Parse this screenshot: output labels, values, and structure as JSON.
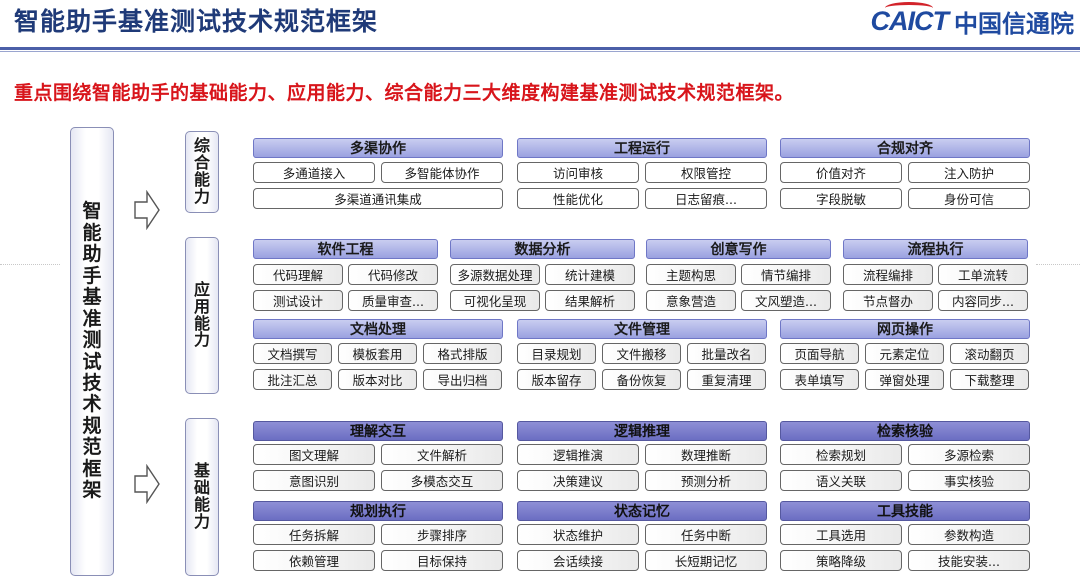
{
  "header": {
    "title": "智能助手基准测试技术规范框架",
    "logo_text": "CAICT",
    "logo_cn": "中国信通院"
  },
  "subtitle": "重点围绕智能助手的基础能力、应用能力、综合能力三大维度构建基准测试技术规范框架。",
  "framework": {
    "root_label": [
      "智",
      "能",
      "助",
      "手",
      "基",
      "准",
      "测",
      "试",
      "技",
      "术",
      "规",
      "范",
      "框",
      "架"
    ],
    "levels": [
      {
        "label_chars": [
          "综",
          "合",
          "能",
          "力"
        ],
        "groups": [
          {
            "title": "多渠协作",
            "items": [
              "多通道接入",
              "多智能体协作",
              "多渠道通讯集成"
            ]
          },
          {
            "title": "工程运行",
            "items": [
              "访问审核",
              "权限管控",
              "性能优化",
              "日志留痕..."
            ]
          },
          {
            "title": "合规对齐",
            "items": [
              "价值对齐",
              "注入防护",
              "字段脱敏",
              "身份可信"
            ]
          }
        ]
      },
      {
        "label_chars": [
          "应",
          "用",
          "能",
          "力"
        ],
        "groups": [
          {
            "title": "软件工程",
            "items": [
              "代码理解",
              "代码修改",
              "测试设计",
              "质量审查..."
            ]
          },
          {
            "title": "数据分析",
            "items": [
              "多源数据处理",
              "统计建模",
              "可视化呈现",
              "结果解析"
            ]
          },
          {
            "title": "创意写作",
            "items": [
              "主题构思",
              "情节编排",
              "意象营造",
              "文风塑造..."
            ]
          },
          {
            "title": "流程执行",
            "items": [
              "流程编排",
              "工单流转",
              "节点督办",
              "内容同步..."
            ]
          },
          {
            "title": "文档处理",
            "items": [
              "文档撰写",
              "模板套用",
              "格式排版",
              "批注汇总",
              "版本对比",
              "导出归档"
            ]
          },
          {
            "title": "文件管理",
            "items": [
              "目录规划",
              "文件搬移",
              "批量改名",
              "版本留存",
              "备份恢复",
              "重复清理"
            ]
          },
          {
            "title": "网页操作",
            "items": [
              "页面导航",
              "元素定位",
              "滚动翻页",
              "表单填写",
              "弹窗处理",
              "下载整理"
            ]
          }
        ]
      },
      {
        "label_chars": [
          "基",
          "础",
          "能",
          "力"
        ],
        "groups": [
          {
            "title": "理解交互",
            "items": [
              "图文理解",
              "文件解析",
              "意图识别",
              "多模态交互"
            ]
          },
          {
            "title": "逻辑推理",
            "items": [
              "逻辑推演",
              "数理推断",
              "决策建议",
              "预测分析"
            ]
          },
          {
            "title": "检索核验",
            "items": [
              "检索规划",
              "多源检索",
              "语义关联",
              "事实核验"
            ]
          },
          {
            "title": "规划执行",
            "items": [
              "任务拆解",
              "步骤排序",
              "依赖管理",
              "目标保持"
            ]
          },
          {
            "title": "状态记忆",
            "items": [
              "状态维护",
              "任务中断",
              "会话续接",
              "长短期记忆"
            ]
          },
          {
            "title": "工具技能",
            "items": [
              "工具选用",
              "参数构造",
              "策略降级",
              "技能安装..."
            ]
          }
        ]
      }
    ]
  },
  "colors": {
    "title": "#1f3a78",
    "subtitle": "#d8151b",
    "header_light": "#b4b9ea",
    "header_dark": "#7c7fcc"
  }
}
